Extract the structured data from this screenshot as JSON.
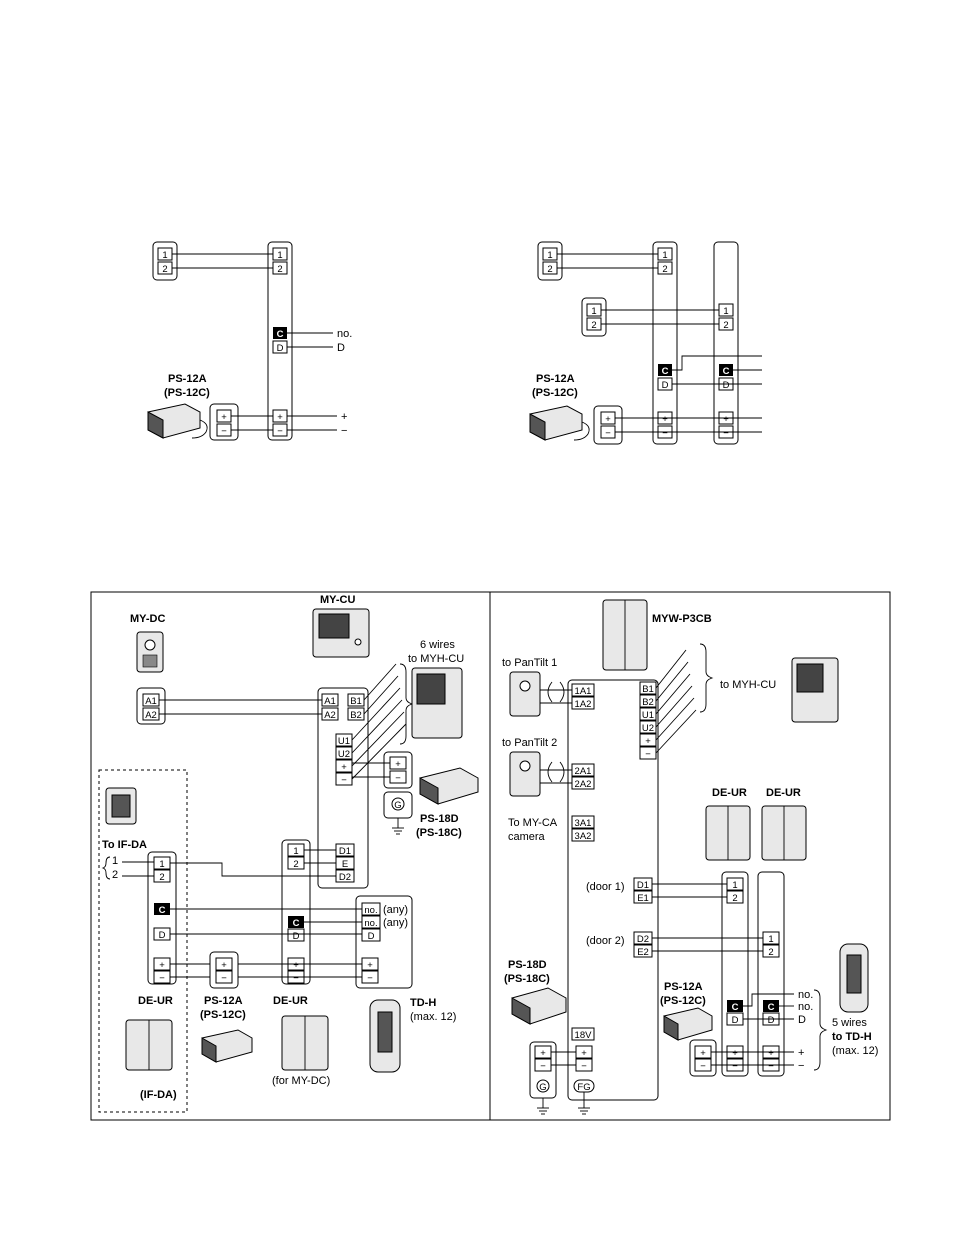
{
  "diagram_a": {
    "terminals": {
      "t1": "1",
      "t2": "2",
      "c": "C",
      "d": "D",
      "plus": "+",
      "minus": "−"
    },
    "outputs": {
      "no": "no.",
      "d": "D",
      "plus": "+",
      "minus": "−"
    },
    "psu_model": "PS-12A",
    "psu_alt": "(PS-12C)"
  },
  "diagram_b": {
    "terminals": {
      "t1": "1",
      "t2": "2",
      "c": "C",
      "d": "D",
      "plus": "+",
      "minus": "−"
    },
    "psu_model": "PS-12A",
    "psu_alt": "(PS-12C)"
  },
  "diagram_c": {
    "devices": {
      "my_dc": "MY-DC",
      "my_cu": "MY-CU",
      "six_wires_1": "6 wires",
      "six_wires_2": "to MYH-CU",
      "ps18d": "PS-18D",
      "ps18c": "(PS-18C)",
      "to_ifda": "To IF-DA",
      "de_ur_1": "DE-UR",
      "de_ur_2": "DE-UR",
      "ps12a": "PS-12A",
      "ps12c": "(PS-12C)",
      "tdh": "TD-H",
      "tdh_max": "(max. 12)",
      "for_mydc": "(for MY-DC)",
      "ifda": "(IF-DA)",
      "any1": "(any)",
      "any2": "(any)",
      "g": "G",
      "w1": "1",
      "w2": "2"
    },
    "terms": {
      "a1": "A1",
      "a2": "A2",
      "b1": "B1",
      "b2": "B2",
      "u1": "U1",
      "u2": "U2",
      "d1": "D1",
      "e": "E",
      "d2": "D2",
      "no": "no.",
      "d": "D",
      "c": "C",
      "one": "1",
      "two": "2",
      "plus": "+",
      "minus": "−"
    }
  },
  "diagram_d": {
    "devices": {
      "myw": "MYW-P3CB",
      "to_myhcu": "to MYH-CU",
      "pantilt1": "to PanTilt 1",
      "pantilt2": "to PanTilt 2",
      "to_myca": "To MY-CA",
      "camera": "camera",
      "de_ur_1": "DE-UR",
      "de_ur_2": "DE-UR",
      "door1": "(door 1)",
      "door2": "(door 2)",
      "ps18d": "PS-18D",
      "ps18c": "(PS-18C)",
      "ps12a": "PS-12A",
      "ps12c": "(PS-12C)",
      "five_wires_1": "5 wires",
      "five_wires_2": "to TD-H",
      "five_wires_3": "(max. 12)",
      "g": "G",
      "fg": "FG",
      "v18": "18V",
      "no1": "no.",
      "no2": "no.",
      "dout": "D",
      "plus_out": "+",
      "minus_out": "−"
    },
    "terms": {
      "a11": "1A1",
      "a12": "1A2",
      "a21": "2A1",
      "a22": "2A2",
      "a31": "3A1",
      "a32": "3A2",
      "b1": "B1",
      "b2": "B2",
      "u1": "U1",
      "u2": "U2",
      "d1": "D1",
      "e1": "E1",
      "d2": "D2",
      "e2": "E2",
      "one": "1",
      "two": "2",
      "c": "C",
      "d": "D",
      "plus": "+",
      "minus": "−"
    }
  }
}
